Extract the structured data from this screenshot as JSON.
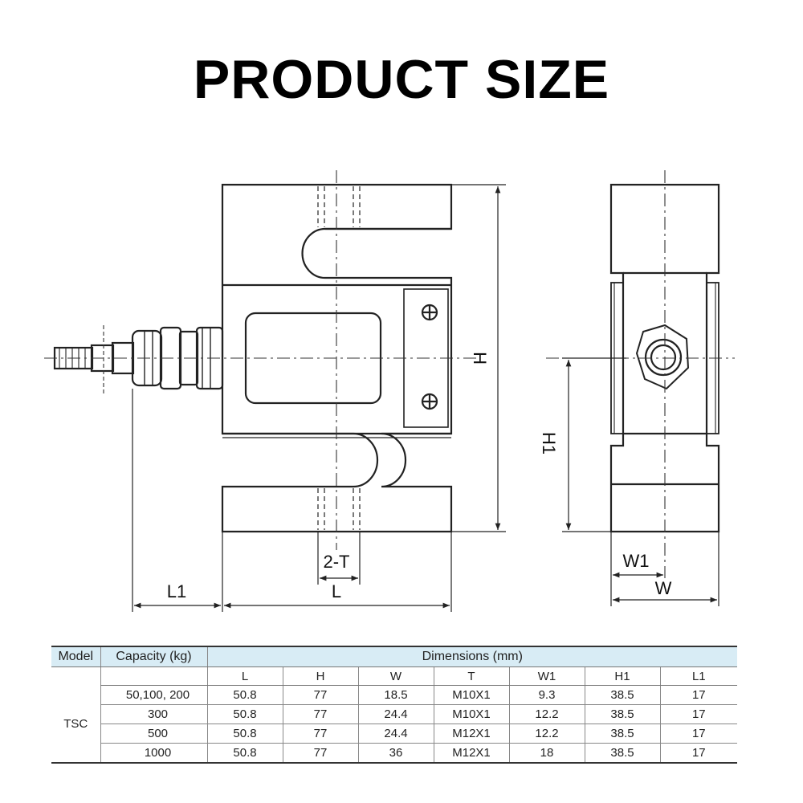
{
  "title": "PRODUCT SIZE",
  "diagram": {
    "labels": {
      "H": "H",
      "H1": "H1",
      "T": "2-T",
      "L": "L",
      "L1": "L1",
      "W": "W",
      "W1": "W1"
    }
  },
  "table": {
    "headers": {
      "model": "Model",
      "capacity": "Capacity (kg)",
      "dimensions": "Dimensions (mm)"
    },
    "columns": [
      "L",
      "H",
      "W",
      "T",
      "W1",
      "H1",
      "L1"
    ],
    "model": "TSC",
    "rows": [
      {
        "capacity": "50,100, 200",
        "L": "50.8",
        "H": "77",
        "W": "18.5",
        "T": "M10X1",
        "W1": "9.3",
        "H1": "38.5",
        "L1": "17"
      },
      {
        "capacity": "300",
        "L": "50.8",
        "H": "77",
        "W": "24.4",
        "T": "M10X1",
        "W1": "12.2",
        "H1": "38.5",
        "L1": "17"
      },
      {
        "capacity": "500",
        "L": "50.8",
        "H": "77",
        "W": "24.4",
        "T": "M12X1",
        "W1": "12.2",
        "H1": "38.5",
        "L1": "17"
      },
      {
        "capacity": "1000",
        "L": "50.8",
        "H": "77",
        "W": "36",
        "T": "M12X1",
        "W1": "18",
        "H1": "38.5",
        "L1": "17"
      }
    ]
  }
}
